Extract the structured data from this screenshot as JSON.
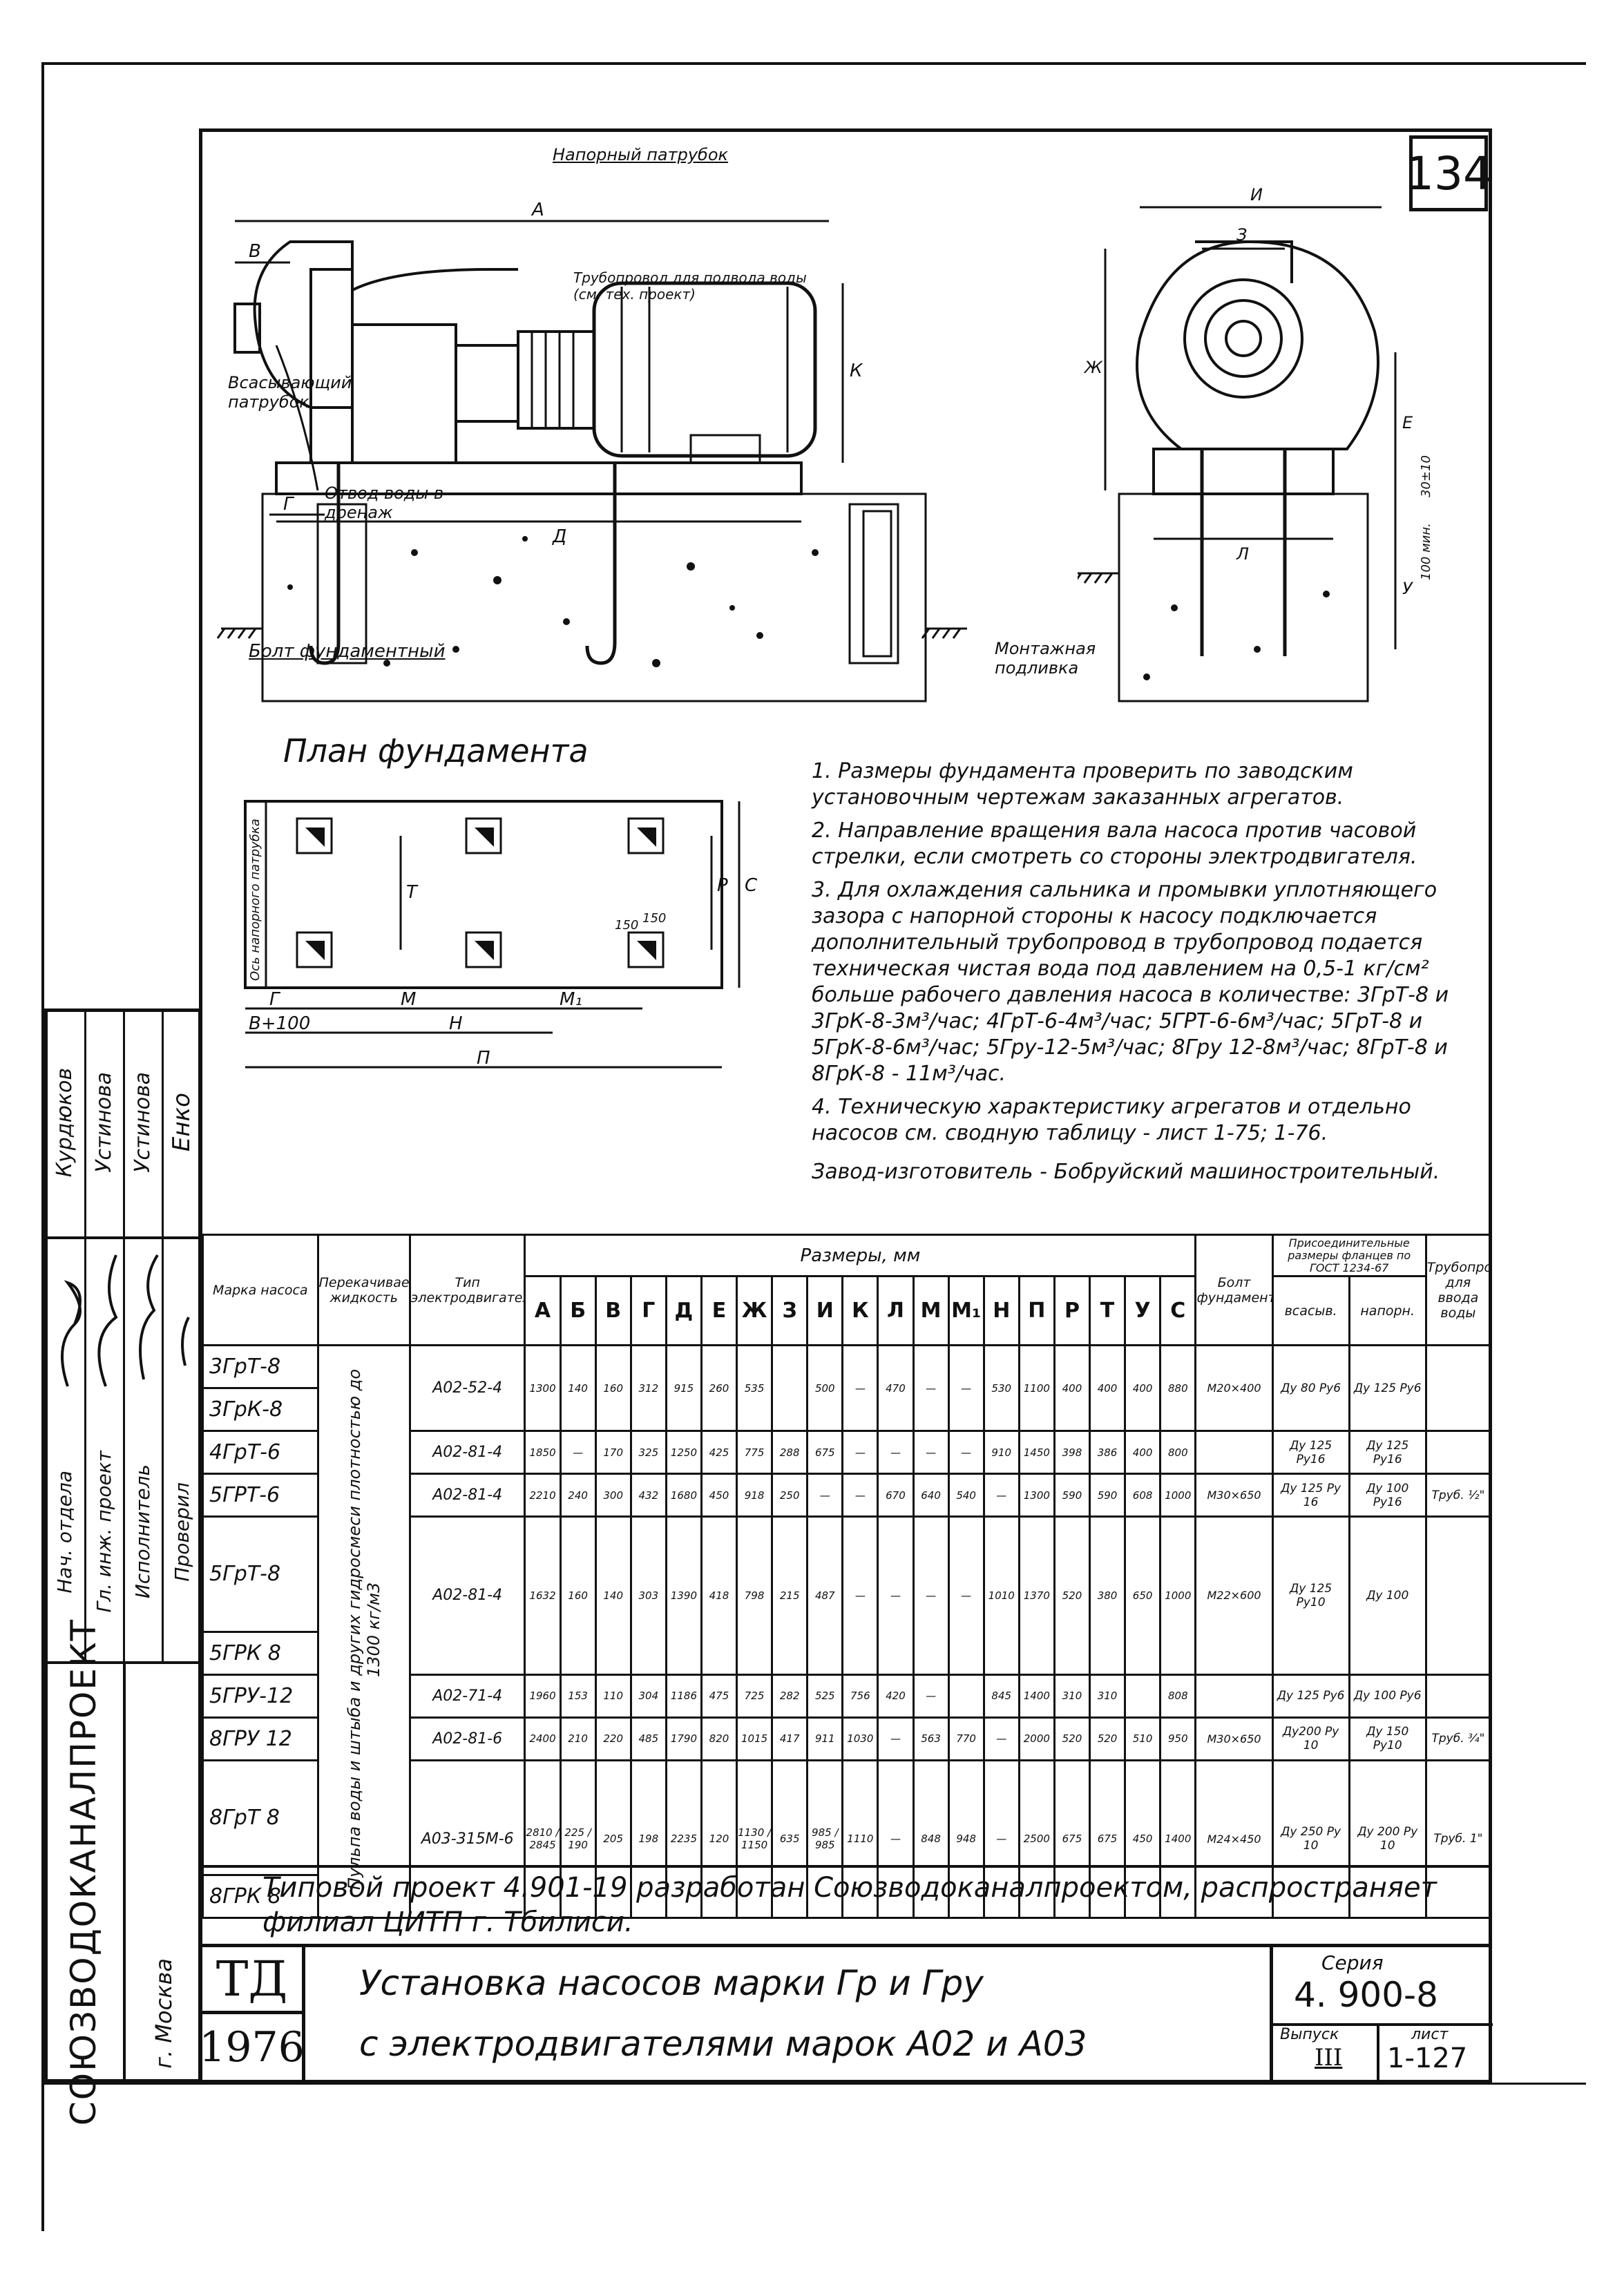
{
  "sheet_number": "134",
  "drawing_labels": {
    "pressure_branch": "Напорный патрубок",
    "pipe_line": "Трубопровод для подвода воды (см. тех. проект)",
    "suction": "Всасывающий патрубок",
    "drain": "Отвод воды в дренаж",
    "bolt": "Болт фундаментный",
    "grout": "Монтажная подливка",
    "dims_front": [
      "В",
      "А",
      "К",
      "Г",
      "Д"
    ],
    "dims_side": [
      "И",
      "З",
      "Ж",
      "Е",
      "Л",
      "У",
      "30±10",
      "100 мин."
    ]
  },
  "plan": {
    "title": "План фундамента",
    "axis_label": "Ось напорного патрубка",
    "dims": [
      "Г",
      "М",
      "М₁",
      "В+100",
      "Н",
      "П",
      "Т",
      "Р",
      "С",
      "150",
      "150"
    ]
  },
  "notes": [
    "1. Размеры фундамента проверить по заводским установочным чертежам заказанных агрегатов.",
    "2. Направление вращения вала насоса против часовой стрелки, если смотреть со стороны электродвигателя.",
    "3. Для охлаждения сальника и промывки уплотняющего зазора с напорной стороны к насосу подключается дополнительный трубопровод в трубопровод подается техническая чистая вода под давлением на 0,5-1 кг/см² больше рабочего давления насоса в количестве: 3ГрТ-8 и 3ГрК-8-3м³/час; 4ГрТ-6-4м³/час; 5ГРТ-6-6м³/час; 5ГрТ-8 и 5ГрК-8-6м³/час; 5Гру-12-5м³/час; 8Гру 12-8м³/час; 8ГрТ-8 и 8ГрК-8 - 11м³/час.",
    "4. Техническую характеристику агрегатов и отдельно насосов см. сводную таблицу - лист 1-75; 1-76.",
    "Завод-изготовитель - Бобруйский машиностроительный."
  ],
  "table": {
    "head": {
      "pump": "Марка насоса",
      "medium": "Перекачиваемая жидкость",
      "motor": "Тип электродвигателя",
      "dims": "Размеры, мм",
      "bolt": "Болт фундаментный",
      "flange": "Присоединительные размеры фланцев по ГОСТ 1234-67",
      "suct": "всасыв.",
      "press": "напорн.",
      "water": "Трубопровод для ввода воды"
    },
    "cols": [
      "А",
      "Б",
      "В",
      "Г",
      "Д",
      "Е",
      "Ж",
      "З",
      "И",
      "К",
      "Л",
      "М",
      "М₁",
      "Н",
      "П",
      "Р",
      "Т",
      "У",
      "С"
    ],
    "medium_text": "Пульпа воды и штыба и других гидросмеси плотностью до 1300 кг/м3",
    "rows": [
      {
        "pumps": [
          "3ГрТ-8",
          "3ГрК-8"
        ],
        "motor": "А02-52-4",
        "v": [
          "1300",
          "140",
          "160",
          "312",
          "915",
          "260",
          "535",
          "",
          "500",
          "—",
          "470",
          "—",
          "—",
          "530",
          "1100",
          "400",
          "400",
          "400",
          "880"
        ],
        "bolt": "М20×400",
        "suct": "Ду 80 Ру6",
        "press": "Ду 125 Ру6",
        "water": ""
      },
      {
        "pumps": [
          "4ГрТ-6"
        ],
        "motor": "А02-81-4",
        "v": [
          "1850",
          "—",
          "170",
          "325",
          "1250",
          "425",
          "775",
          "288",
          "675",
          "—",
          "—",
          "—",
          "—",
          "910",
          "1450",
          "398",
          "386",
          "400",
          "800"
        ],
        "bolt": "",
        "suct": "Ду 125 Ру16",
        "press": "Ду 125 Ру16",
        "water": ""
      },
      {
        "pumps": [
          "5ГРТ-6"
        ],
        "motor": "А02-81-4",
        "v": [
          "2210",
          "240",
          "300",
          "432",
          "1680",
          "450",
          "918",
          "250",
          "—",
          "—",
          "670",
          "640",
          "540",
          "—",
          "1300",
          "590",
          "590",
          "608",
          "1000"
        ],
        "bolt": "М30×650",
        "suct": "Ду 125 Ру 16",
        "press": "Ду 100 Ру16",
        "water": "Труб. ½\""
      },
      {
        "pumps": [
          "5ГрТ-8",
          "5ГРК 8"
        ],
        "motor": "А02-81-4",
        "v": [
          "1632",
          "160",
          "140",
          "303",
          "1390",
          "418",
          "798",
          "215",
          "487",
          "—",
          "—",
          "—",
          "—",
          "1010",
          "1370",
          "520",
          "380",
          "650",
          "1000"
        ],
        "bolt": "М22×600",
        "suct": "Ду 125 Ру10",
        "press": "Ду 100",
        "water": ""
      },
      {
        "pumps": [
          "5ГРУ-12"
        ],
        "motor": "А02-71-4",
        "v": [
          "1960",
          "153",
          "110",
          "304",
          "1186",
          "475",
          "725",
          "282",
          "525",
          "756",
          "420",
          "—",
          "",
          "845",
          "1400",
          "310",
          "310",
          "",
          "808"
        ],
        "bolt": "",
        "suct": "Ду 125 Ру6",
        "press": "Ду 100 Ру6",
        "water": ""
      },
      {
        "pumps": [
          "8ГРУ 12"
        ],
        "motor": "А02-81-6",
        "v": [
          "2400",
          "210",
          "220",
          "485",
          "1790",
          "820",
          "1015",
          "417",
          "911",
          "1030",
          "—",
          "563",
          "770",
          "—",
          "2000",
          "520",
          "520",
          "510",
          "950"
        ],
        "bolt": "М30×650",
        "suct": "Ду200 Ру 10",
        "press": "Ду 150 Ру10",
        "water": "Труб. ¾\""
      },
      {
        "pumps": [
          "8ГрТ 8",
          "8ГРК 8"
        ],
        "motor": "А03-315М-6",
        "v": [
          "2810 / 2845",
          "225 / 190",
          "205",
          "198",
          "2235",
          "120",
          "1130 / 1150",
          "635",
          "985 / 985",
          "1110",
          "—",
          "848",
          "948",
          "—",
          "2500",
          "675",
          "675",
          "450",
          "1400"
        ],
        "bolt": "М24×450",
        "suct": "Ду 250 Ру 10",
        "press": "Ду 200 Ру 10",
        "water": "Труб. 1\""
      }
    ]
  },
  "project_note": "Типовой проект 4.901-19 разработан Союзводоканалпроектом, распространяет филиал ЦИТП г. Тбилиси.",
  "title_block": {
    "td": "ТД",
    "year": "1976",
    "title_line1": "Установка насосов марки Гр и Гру",
    "title_line2": "с электродвигателями марок А02 и А03",
    "series_label": "Серия",
    "series": "4. 900-8",
    "issue_label": "Выпуск",
    "issue": "III",
    "sheet_label": "лист",
    "sheet": "1-127"
  },
  "side": {
    "org": "СОЮЗВОДОКАНАЛПРОЕКТ",
    "city": "г. Москва",
    "roles": [
      "Нач. отдела",
      "Гл. инж. проект",
      "Исполнитель",
      "Проверил"
    ],
    "names": [
      "Курдюков",
      "Устинова",
      "Устинова",
      "Енко"
    ]
  }
}
